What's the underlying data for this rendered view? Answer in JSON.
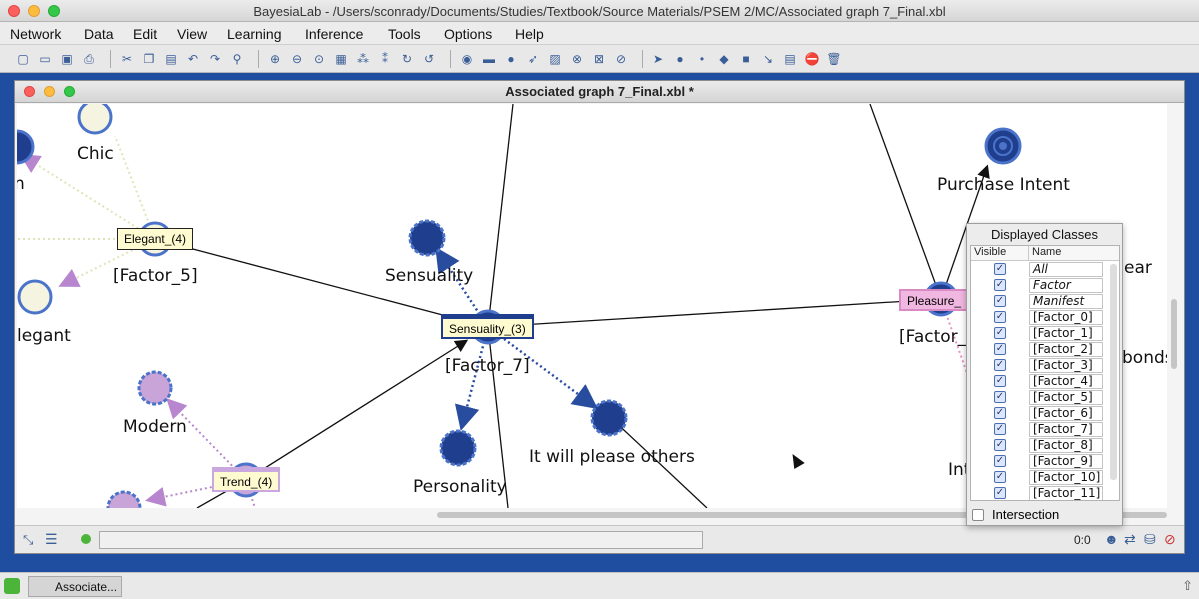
{
  "app": {
    "title": "BayesiaLab - /Users/sconrady/Documents/Studies/Textbook/Source Materials/PSEM 2/MC/Associated graph 7_Final.xbl"
  },
  "menu": [
    "Network",
    "Data",
    "Edit",
    "View",
    "Learning",
    "Inference",
    "Tools",
    "Options",
    "Help"
  ],
  "document": {
    "title": "Associated graph 7_Final.xbl *"
  },
  "graph": {
    "nodes": {
      "chic": "Chic",
      "partial_left": "n",
      "elegant": "legant",
      "factor5": "[Factor_5]",
      "sensuality": "Sensuality",
      "factor7": "[Factor_7]",
      "modern": "Modern",
      "personality": "Personality",
      "please_others": "It will please others",
      "purchase_intent": "Purchase Intent",
      "factor_right": "[Factor_",
      "ear": "ear",
      "bonds": "bonds",
      "int": "Int"
    },
    "boxes": {
      "elegant": "Elegant_(4)",
      "sensuality": "Sensuality_(3)",
      "trend": "Trend_(4)",
      "pleasure": "Pleasure_"
    }
  },
  "classes_panel": {
    "title": "Displayed Classes",
    "col_visible": "Visible",
    "col_name": "Name",
    "rows": [
      {
        "name": "All",
        "italic": true
      },
      {
        "name": "Factor",
        "italic": true
      },
      {
        "name": "Manifest",
        "italic": true
      },
      {
        "name": "[Factor_0]"
      },
      {
        "name": "[Factor_1]"
      },
      {
        "name": "[Factor_2]"
      },
      {
        "name": "[Factor_3]"
      },
      {
        "name": "[Factor_4]"
      },
      {
        "name": "[Factor_5]"
      },
      {
        "name": "[Factor_6]"
      },
      {
        "name": "[Factor_7]"
      },
      {
        "name": "[Factor_8]"
      },
      {
        "name": "[Factor_9]"
      },
      {
        "name": "[Factor_10]"
      },
      {
        "name": "[Factor_11]"
      }
    ],
    "intersection_label": "Intersection"
  },
  "status": {
    "coords": "0:0"
  },
  "dock": {
    "task_label": "Associate..."
  },
  "colors": {
    "node_fill": "#1f3f8e",
    "node_ring": "#4b73c9",
    "trend_box": "#c9a8e0",
    "pleasure_box": "#f0b7e0",
    "factor_box": "#fffbd0"
  }
}
